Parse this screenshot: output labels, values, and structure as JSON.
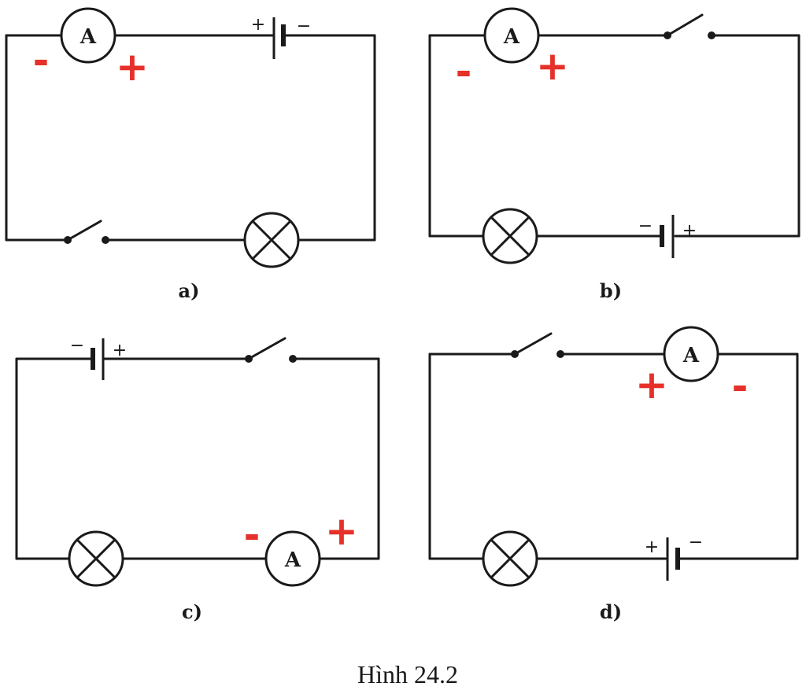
{
  "figure": {
    "caption": "Hình 24.2",
    "panels": [
      {
        "label": "a)",
        "ammeter_symbol": "A",
        "ammeter_terminals": {
          "left": "-",
          "right": "+"
        },
        "battery_terminals": {
          "left": "+",
          "right": "−"
        }
      },
      {
        "label": "b)",
        "ammeter_symbol": "A",
        "ammeter_terminals": {
          "left": "-",
          "right": "+"
        },
        "battery_terminals": {
          "left": "−",
          "right": "+"
        }
      },
      {
        "label": "c)",
        "ammeter_symbol": "A",
        "ammeter_terminals": {
          "left": "-",
          "right": "+"
        },
        "battery_terminals": {
          "left": "−",
          "right": "+"
        }
      },
      {
        "label": "d)",
        "ammeter_symbol": "A",
        "ammeter_terminals": {
          "left": "+",
          "right": "-"
        },
        "battery_terminals": {
          "left": "+",
          "right": "−"
        }
      }
    ]
  }
}
